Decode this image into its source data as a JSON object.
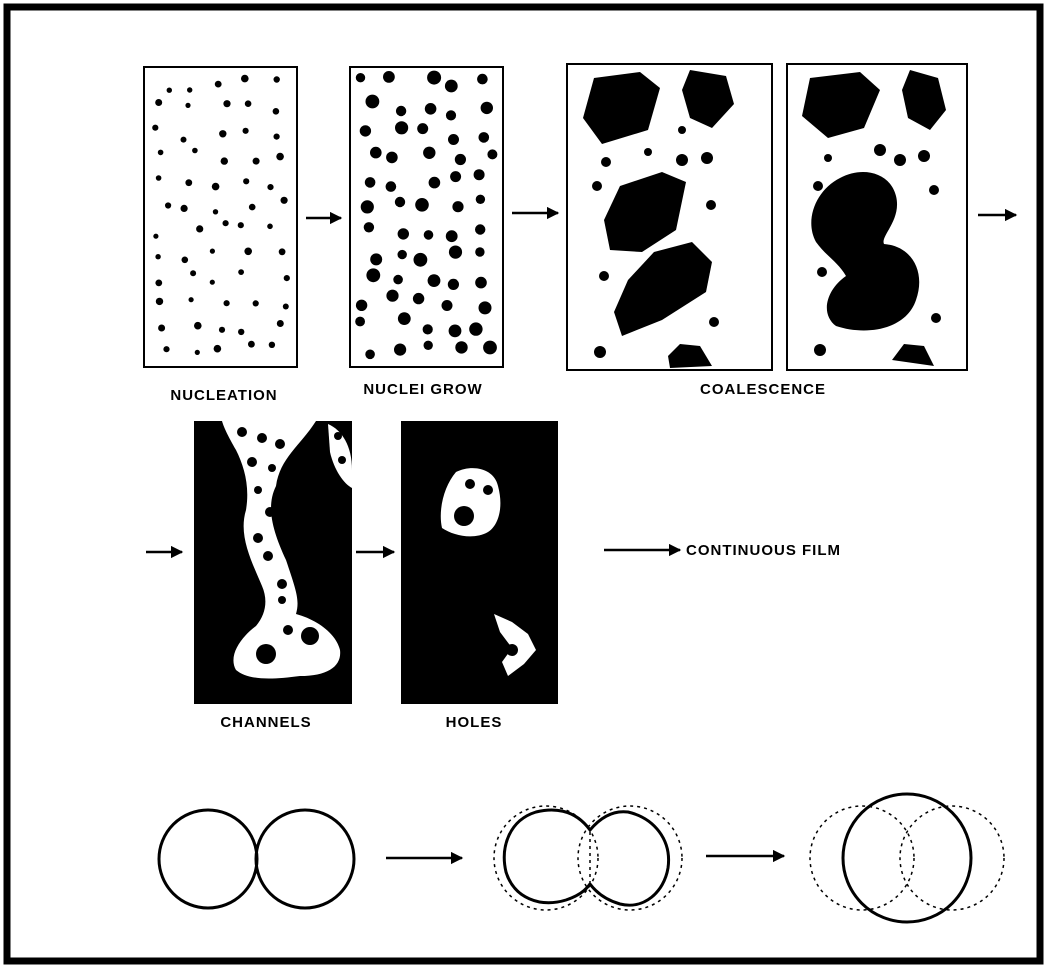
{
  "figure": {
    "labels": {
      "nucleation": "NUCLEATION",
      "nuclei_grow": "NUCLEI GROW",
      "coalescence": "COALESCENCE",
      "channels": "CHANNELS",
      "holes": "HOLES",
      "continuous_film": "CONTINUOUS FILM"
    }
  }
}
